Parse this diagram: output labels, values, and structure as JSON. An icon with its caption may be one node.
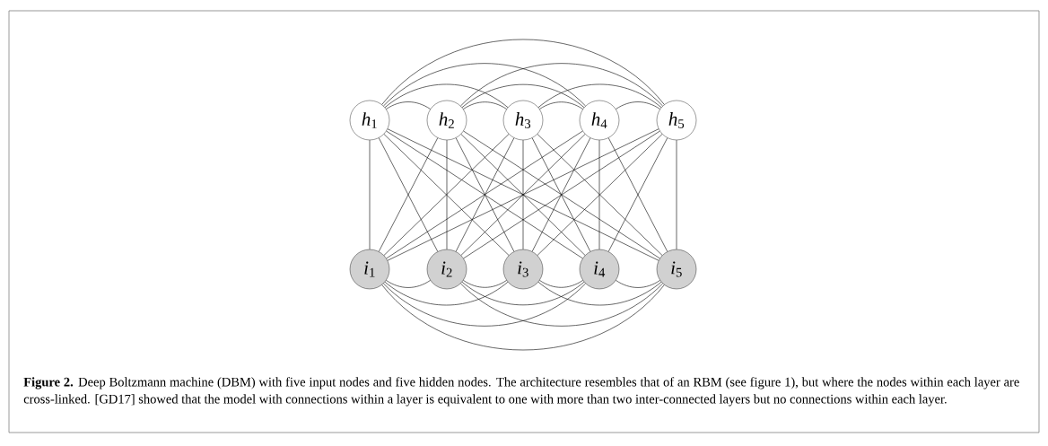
{
  "diagram": {
    "caption": "**Figure 2.** Deep Boltzmann machine (DBM) with five input nodes and five hidden nodes. The architecture resembles that of an RBM (see figure 1), but where the nodes within each layer are cross-linked. [GD17] showed that the model with connections within a layer is equivalent to one with more than two inter-connected layers but no connections within each layer.",
    "nodes": [
      {
        "text": [
          "*h*$_{1}$"
        ]
      },
      {
        "text": [
          "*h*$_{2}$"
        ]
      },
      {
        "text": [
          "*h*$_{3}$"
        ]
      },
      {
        "text": [
          "*h*$_{4}$"
        ]
      },
      {
        "text": [
          "*h*$_{5}$"
        ]
      },
      {
        "text": [
          "*i*$_{1}$"
        ]
      },
      {
        "text": [
          "*i*$_{2}$"
        ]
      },
      {
        "text": [
          "*i*$_{3}$"
        ]
      },
      {
        "text": [
          "*i*$_{4}$"
        ]
      },
      {
        "text": [
          "*i*$_{5}$"
        ]
      }
    ],
    "edges": [
      {
        "from": 0,
        "to": 1,
        "arrow": "none"
      },
      {
        "from": 0,
        "to": 2,
        "arrow": "none"
      },
      {
        "from": 0,
        "to": 3,
        "arrow": "none"
      },
      {
        "from": 0,
        "to": 4,
        "arrow": "none"
      },
      {
        "from": 1,
        "to": 2,
        "arrow": "none"
      },
      {
        "from": 1,
        "to": 3,
        "arrow": "none"
      },
      {
        "from": 1,
        "to": 4,
        "arrow": "none"
      },
      {
        "from": 2,
        "to": 3,
        "arrow": "none"
      },
      {
        "from": 2,
        "to": 4,
        "arrow": "none"
      },
      {
        "from": 3,
        "to": 4,
        "arrow": "none"
      },
      {
        "from": 0,
        "to": 5,
        "arrow": "none"
      },
      {
        "from": 0,
        "to": 6,
        "arrow": "none"
      },
      {
        "from": 0,
        "to": 7,
        "arrow": "none"
      },
      {
        "from": 0,
        "to": 8,
        "arrow": "none"
      },
      {
        "from": 0,
        "to": 9,
        "arrow": "none"
      },
      {
        "from": 1,
        "to": 5,
        "arrow": "none"
      },
      {
        "from": 1,
        "to": 6,
        "arrow": "none"
      },
      {
        "from": 1,
        "to": 7,
        "arrow": "none"
      },
      {
        "from": 1,
        "to": 8,
        "arrow": "none"
      },
      {
        "from": 1,
        "to": 9,
        "arrow": "none"
      },
      {
        "from": 2,
        "to": 5,
        "arrow": "none"
      },
      {
        "from": 2,
        "to": 6,
        "arrow": "none"
      },
      {
        "from": 2,
        "to": 7,
        "arrow": "none"
      },
      {
        "from": 2,
        "to": 8,
        "arrow": "none"
      },
      {
        "from": 2,
        "to": 9,
        "arrow": "none"
      },
      {
        "from": 3,
        "to": 5,
        "arrow": "none"
      },
      {
        "from": 3,
        "to": 6,
        "arrow": "none"
      },
      {
        "from": 3,
        "to": 7,
        "arrow": "none"
      },
      {
        "from": 3,
        "to": 8,
        "arrow": "none"
      },
      {
        "from": 3,
        "to": 9,
        "arrow": "none"
      },
      {
        "from": 4,
        "to": 5,
        "arrow": "none"
      },
      {
        "from": 4,
        "to": 6,
        "arrow": "none"
      },
      {
        "from": 4,
        "to": 7,
        "arrow": "none"
      },
      {
        "from": 4,
        "to": 8,
        "arrow": "none"
      },
      {
        "from": 4,
        "to": 9,
        "arrow": "none"
      },
      {
        "from": 5,
        "to": 6,
        "arrow": "none"
      },
      {
        "from": 5,
        "to": 7,
        "arrow": "none"
      },
      {
        "from": 5,
        "to": 8,
        "arrow": "none"
      },
      {
        "from": 5,
        "to": 9,
        "arrow": "none"
      },
      {
        "from": 6,
        "to": 7,
        "arrow": "none"
      },
      {
        "from": 6,
        "to": 8,
        "arrow": "none"
      },
      {
        "from": 6,
        "to": 9,
        "arrow": "none"
      },
      {
        "from": 7,
        "to": 8,
        "arrow": "none"
      },
      {
        "from": 7,
        "to": 9,
        "arrow": "none"
      },
      {
        "from": 8,
        "to": 9,
        "arrow": "none"
      }
    ]
  }
}
